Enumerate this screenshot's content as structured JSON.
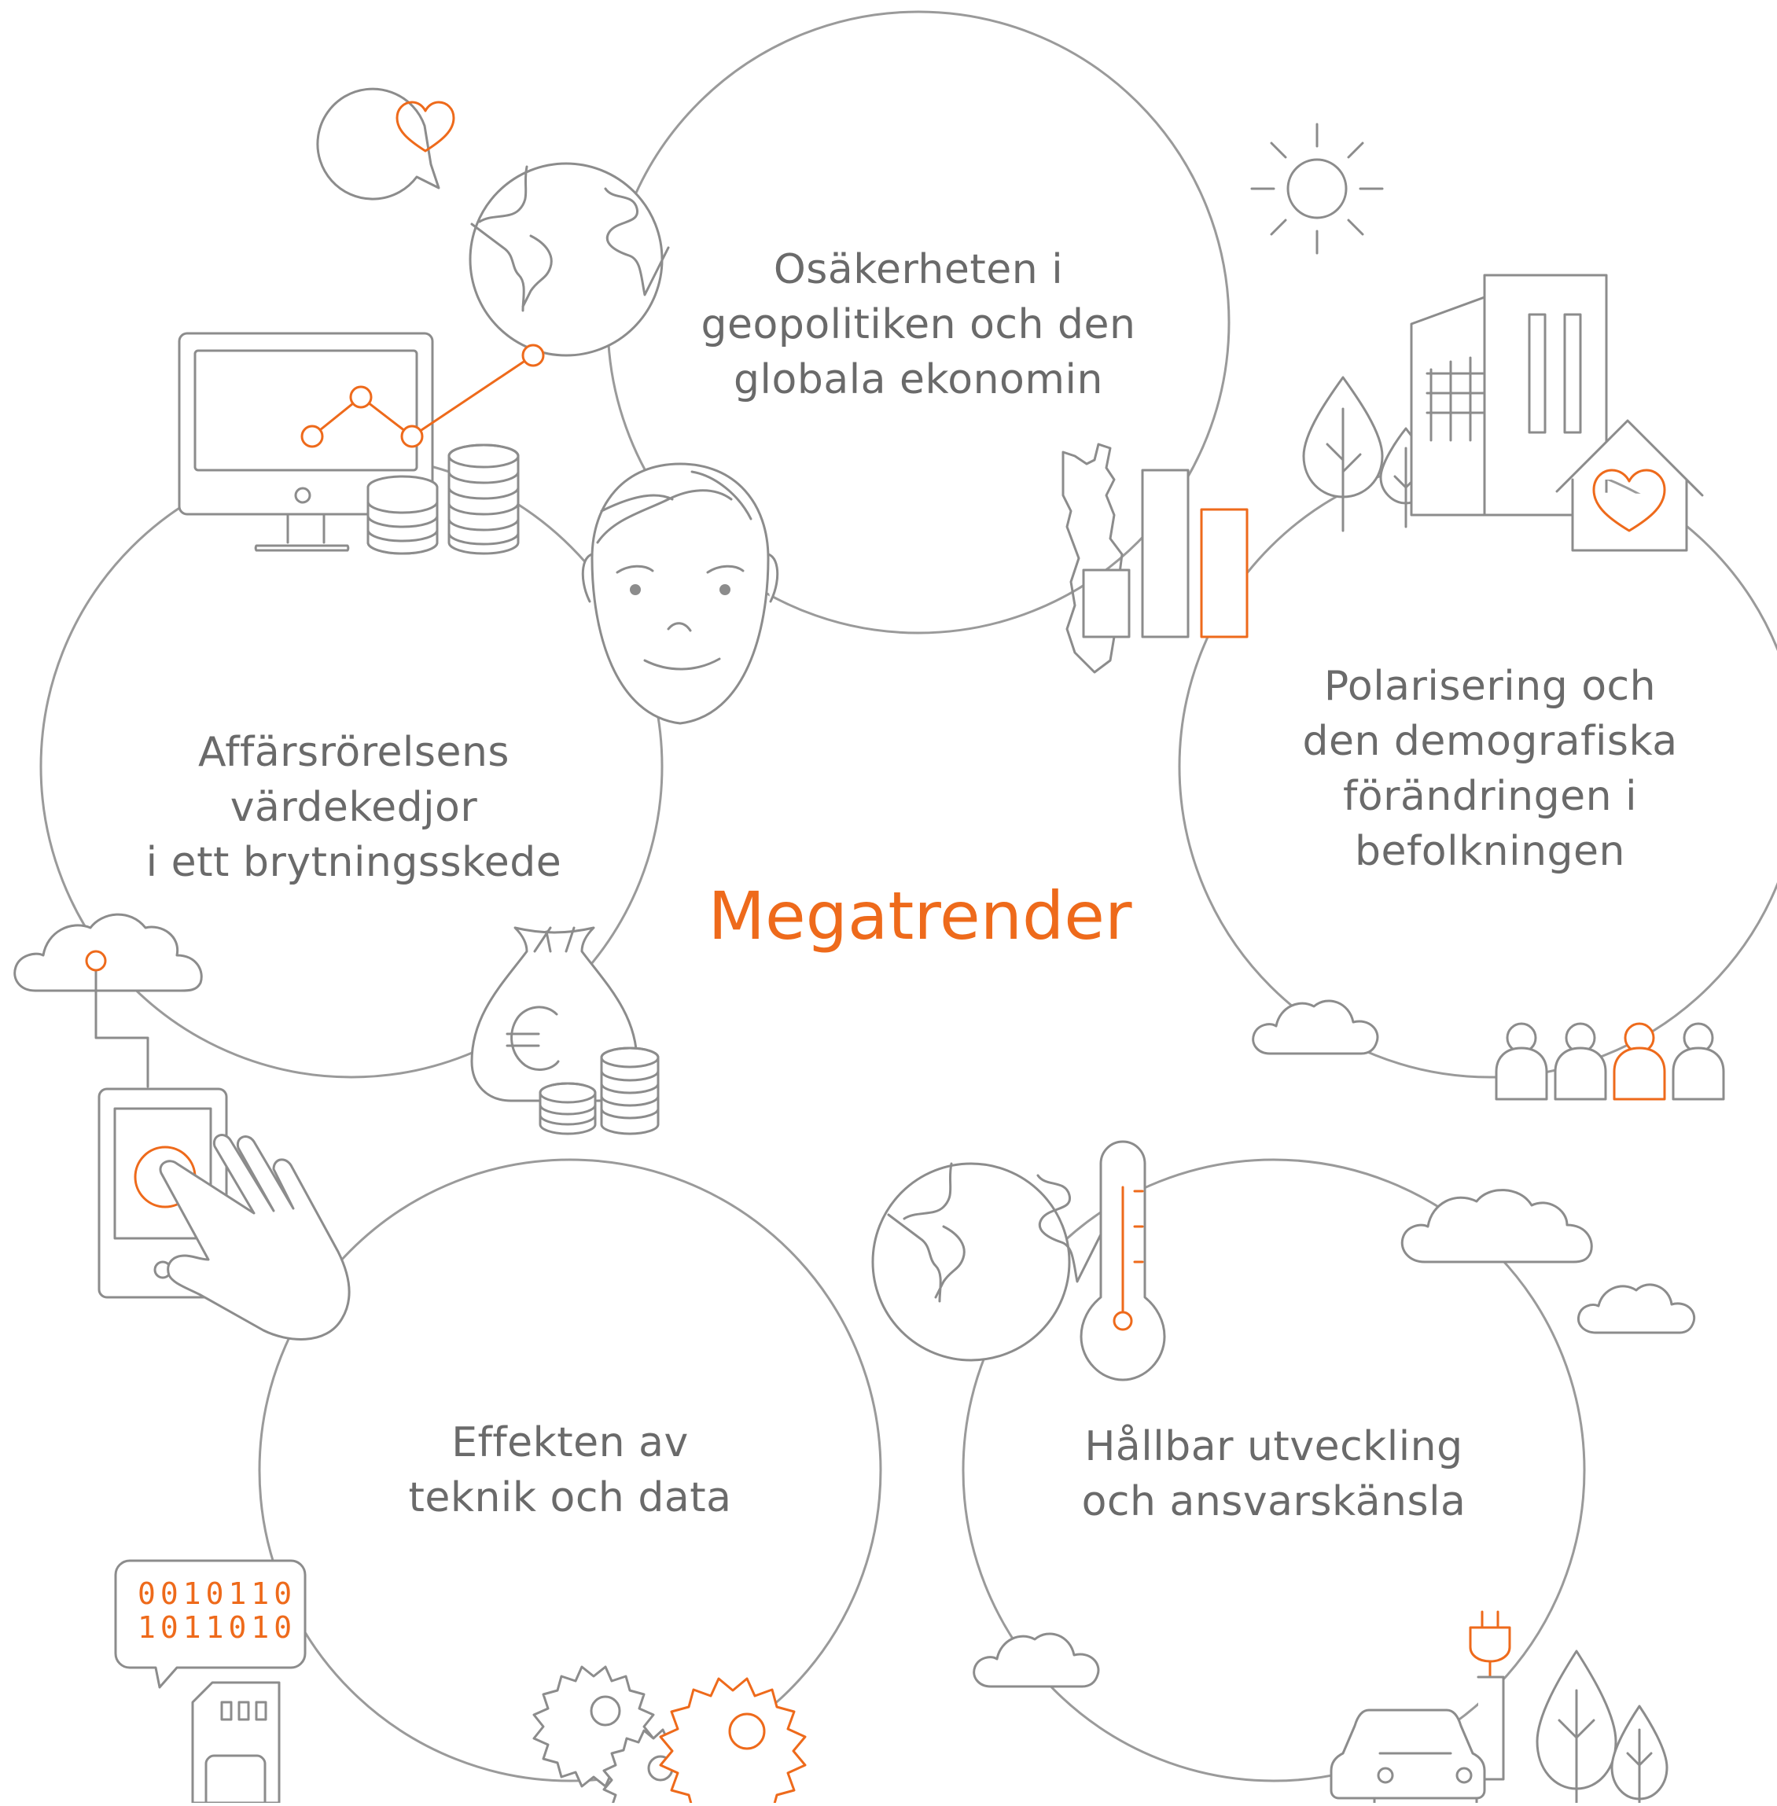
{
  "title": "Megatrender",
  "trends": [
    {
      "id": "geopolitics",
      "lines": [
        "Osäkerheten i",
        "geopolitiken och den",
        "globala ekonomin"
      ]
    },
    {
      "id": "value-chains",
      "lines": [
        "Affärsrörelsens värdekedjor",
        "i ett brytningsskede"
      ]
    },
    {
      "id": "polarisation",
      "lines": [
        "Polarisering och",
        "den demografiska",
        "förändringen i",
        "befolkningen"
      ]
    },
    {
      "id": "technology",
      "lines": [
        "Effekten av",
        "teknik och data"
      ]
    },
    {
      "id": "sustainability",
      "lines": [
        "Hållbar utveckling",
        "och ansvarskänsla"
      ]
    }
  ],
  "binary": [
    "0010110",
    "1011010"
  ],
  "colors": {
    "accent": "#ee6a1b",
    "line": "#8c8c8c",
    "text": "#6a6a6a"
  }
}
